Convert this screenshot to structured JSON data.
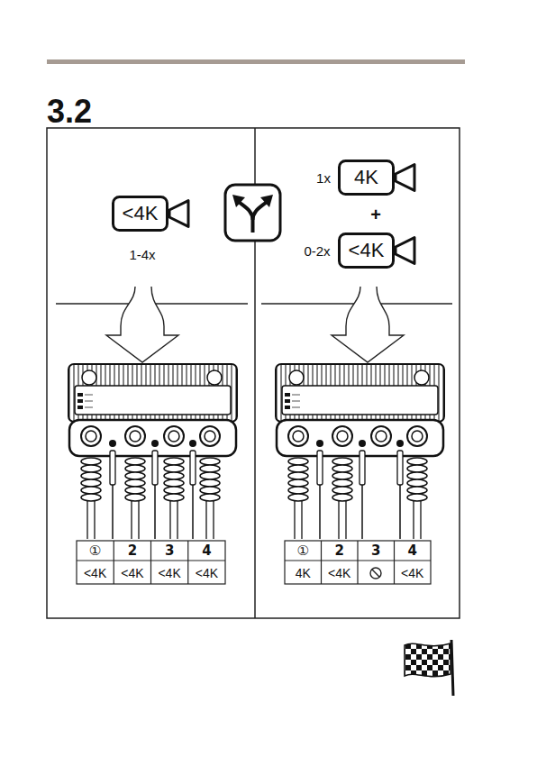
{
  "diagram": {
    "title": "3.2",
    "nodes": [
      {
        "text": [
          "<4K"
        ]
      },
      {
        "text": [
          "4K"
        ]
      },
      {
        "text": [
          "<4K"
        ]
      }
    ],
    "labels": [
      "1-4x",
      "1x",
      "+",
      "0-2x",
      "①",
      "2",
      "3",
      "4",
      "<4K",
      "<4K",
      "<4K",
      "<4K",
      "①",
      "2",
      "3",
      "4",
      "4K",
      "<4K",
      "<4K"
    ]
  }
}
